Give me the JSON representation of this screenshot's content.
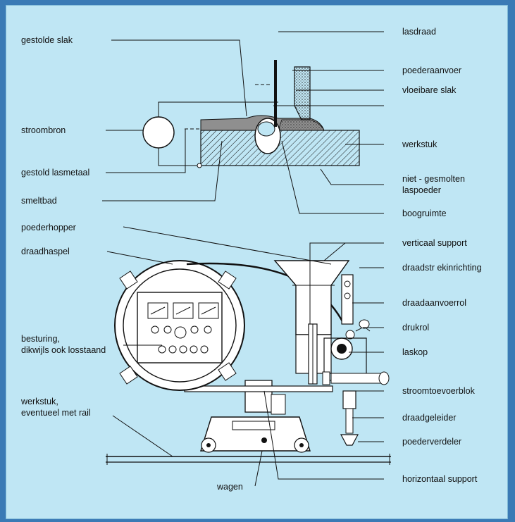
{
  "labels": {
    "gestolde_slak": "gestolde slak",
    "stroombron": "stroombron",
    "gestold_lasmetaal": "gestold lasmetaal",
    "smeltbad": "smeltbad",
    "poederhopper": "poederhopper",
    "draadhaspel": "draadhaspel",
    "besturing_1": "besturing,",
    "besturing_2": "dikwijls ook losstaand",
    "werkstuk_rail_1": "werkstuk,",
    "werkstuk_rail_2": "eventueel met rail",
    "wagen": "wagen",
    "lasdraad": "lasdraad",
    "poederaanvoer": "poederaanvoer",
    "vloeibare_slak": "vloeibare slak",
    "werkstuk": "werkstuk",
    "niet_gesmolten_1": "niet - gesmolten",
    "niet_gesmolten_2": "laspoeder",
    "boogruimte": "boogruimte",
    "verticaal_support": "verticaal support",
    "draadstrekinrichting": "draadstr ekinrichting",
    "draadaanvoerrol": "draadaanvoerrol",
    "drukrol": "drukrol",
    "laskop": "laskop",
    "stroomtoevoerblok": "stroomtoevoerblok",
    "draadgeleider": "draadgeleider",
    "poederverdeler": "poederverdeler",
    "horizontaal_support": "horizontaal support"
  },
  "colors": {
    "panel": "#bfe6f4",
    "page_bg": "#3a7ab5",
    "line": "#111111",
    "hatch": "#111111",
    "slag": "#9a9a9a"
  }
}
